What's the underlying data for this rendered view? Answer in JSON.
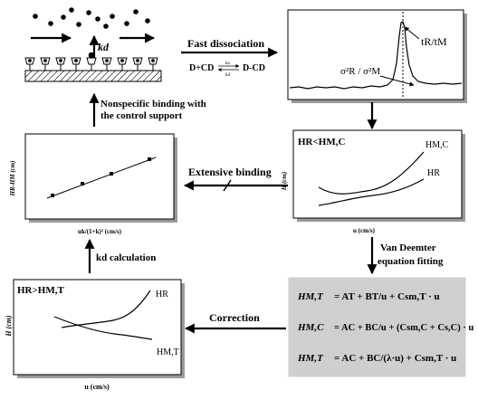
{
  "steps": {
    "fast_dissociation": "Fast dissociation",
    "reaction_left": "D+CD",
    "reaction_k_top": "ka",
    "reaction_k_bottom": "kd",
    "reaction_right": "D-CD",
    "nonspecific_line1": "Nonspecific binding with",
    "nonspecific_line2": "the control support",
    "extensive_binding": "Extensive binding",
    "van_deemter_line1": "Van Deemter",
    "van_deemter_line2": "equation fitting",
    "kd_calculation": "kd calculation",
    "correction": "Correction"
  },
  "schematic": {
    "kd_label": "kd"
  },
  "chromatogram": {
    "peak_label": "tR/tM",
    "ratio_label": "σ²R / σ²M"
  },
  "plot_hr_hmc": {
    "title": "HR<HM,C",
    "ylabel": "H (cm)",
    "xlabel": "u (cm/s)",
    "curve_upper": "HM,C",
    "curve_lower": "HR"
  },
  "plot_linear": {
    "ylabel": "HR-HM (cm)",
    "xlabel": "uk/(1+k)² (cm/s)"
  },
  "plot_hr_hmt": {
    "title": "HR>HM,T",
    "ylabel": "H (cm)",
    "xlabel": "u (cm/s)",
    "curve_upper": "HR",
    "curve_lower": "HM,T"
  },
  "equations": {
    "eq1_lhs": "HM,T",
    "eq1": "= AT + BT/u + Csm,T · u",
    "eq2_lhs": "HM,C",
    "eq2": "= AC + BC/u + (Csm,C + Cs,C) · u",
    "eq3_lhs": "HM,T",
    "eq3": "= AC + BC/(λ·u) + Csm,T · u"
  },
  "colors": {
    "equation_panel": "#cfcfcf",
    "box_shadow": "#9a9a9a"
  }
}
